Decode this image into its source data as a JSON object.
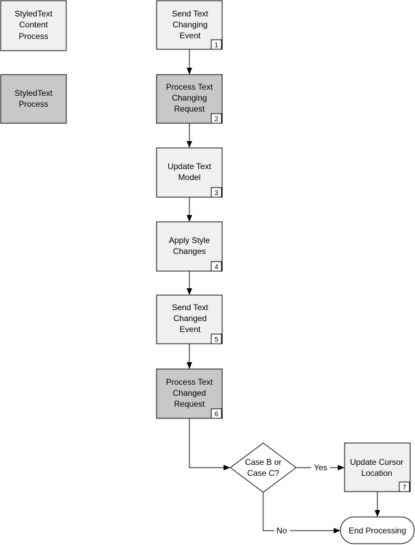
{
  "colors": {
    "process_light": "#f0f0f0",
    "process_dark": "#c8c8c8",
    "stroke": "#000000",
    "background": "#ffffff"
  },
  "legend": {
    "content_process": [
      "StyledText",
      "Content",
      "Process"
    ],
    "styledtext_process": [
      "StyledText",
      "Process"
    ]
  },
  "steps": {
    "s1": {
      "lines": [
        "Send Text",
        "Changing",
        "Event"
      ],
      "number": "1"
    },
    "s2": {
      "lines": [
        "Process Text",
        "Changing",
        "Request"
      ],
      "number": "2"
    },
    "s3": {
      "lines": [
        "Update Text",
        "Model"
      ],
      "number": "3"
    },
    "s4": {
      "lines": [
        "Apply Style",
        "Changes"
      ],
      "number": "4"
    },
    "s5": {
      "lines": [
        "Send Text",
        "Changed",
        "Event"
      ],
      "number": "5"
    },
    "s6": {
      "lines": [
        "Process Text",
        "Changed",
        "Request"
      ],
      "number": "6"
    },
    "s7": {
      "lines": [
        "Update Cursor",
        "Location"
      ],
      "number": "7"
    }
  },
  "decision": {
    "lines": [
      "Case B or",
      "Case C?"
    ]
  },
  "terminal": {
    "label": "End Processing"
  },
  "edges": {
    "yes": "Yes",
    "no": "No"
  }
}
